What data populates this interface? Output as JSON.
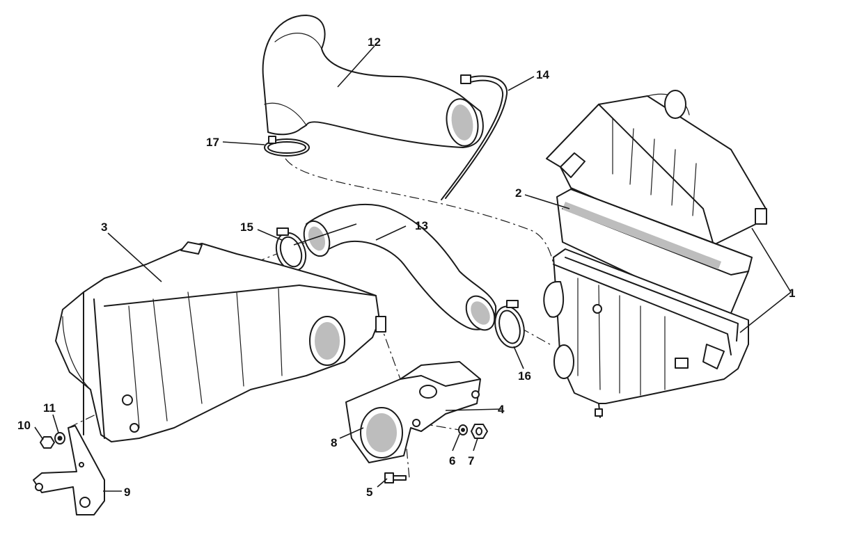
{
  "callouts": {
    "c1": "1",
    "c2": "2",
    "c3": "3",
    "c4": "4",
    "c5": "5",
    "c6": "6",
    "c7": "7",
    "c8": "8",
    "c9": "9",
    "c10": "10",
    "c11": "11",
    "c12": "12",
    "c13": "13",
    "c14": "14",
    "c15": "15",
    "c16": "16",
    "c17": "17"
  },
  "colors": {
    "line": "#1a1a1a",
    "background": "#ffffff",
    "shade": "#bdbdbd"
  }
}
